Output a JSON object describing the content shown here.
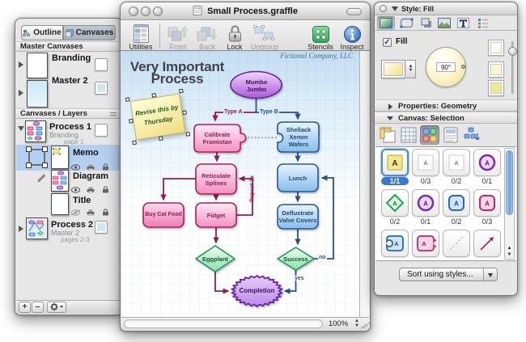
{
  "left_window": {
    "tabs": {
      "outline": "Outline",
      "canvases": "Canvases"
    },
    "master_header": "Master Canvases",
    "masters": [
      {
        "name": "Branding"
      },
      {
        "name": "Master  2"
      }
    ],
    "layers_header": "Canvases / Layers",
    "process1": {
      "name": "Process 1",
      "master": "Branding",
      "pages": "page 1"
    },
    "layers": [
      {
        "name": "Memo"
      },
      {
        "name": "Diagram"
      },
      {
        "name": "Title"
      }
    ],
    "process2": {
      "name": "Process 2",
      "master": "Master  2",
      "pages": "pages 2-3"
    },
    "buttons": {
      "add": "+",
      "remove": "–"
    }
  },
  "main_window": {
    "title": "Small Process.graffle",
    "toolbar": {
      "utilities": "Utilities",
      "front": "Front",
      "back": "Back",
      "lock": "Lock",
      "ungroup": "Ungroup",
      "stencils": "Stencils",
      "inspect": "Inspect"
    },
    "status": {
      "zoom": "100%"
    },
    "canvas": {
      "heading_line1": "Very Important",
      "heading_line2": "Process",
      "company": "Fictional Company, LLC",
      "note_line1": "Revise this by",
      "note_line2": "Thursday",
      "nodes": {
        "mumbo": "Mumbo Jumbo",
        "calibrate": "Calibrate Framistan",
        "shellack": "Shellack Xenon Wafers",
        "reticulate": "Reticulate Splines",
        "lunch": "Lunch",
        "buycat": "Buy Cat Food",
        "fidget": "Fidget",
        "deflustrate": "Deflustrate Valve Covers",
        "eggplant": "Eggplant",
        "success": "Success",
        "completion": "Completion"
      },
      "edge_labels": {
        "type_a": "Type A",
        "type_b": "Type B",
        "repeat": "Repeat 3x",
        "no": "no",
        "yes": "yes"
      }
    }
  },
  "inspector": {
    "title": "Style: Fill",
    "fill_label": "Fill",
    "angle": "90°",
    "properties_header": "Properties: Geometry",
    "canvas_header": "Canvas: Selection",
    "style_letter": "A",
    "counts": [
      "1/1",
      "0/3",
      "0/2",
      "0/1",
      "0/2",
      "0/1",
      "0/2",
      "0/3"
    ],
    "sort_label": "Sort using styles..."
  }
}
